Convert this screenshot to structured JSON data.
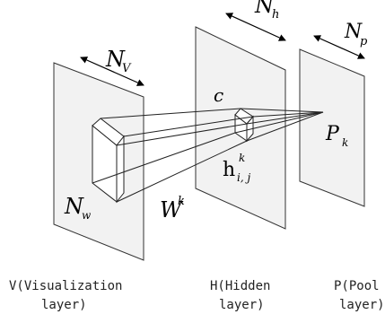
{
  "labels": {
    "n_v": "N",
    "n_v_sub": "V",
    "n_h": "N",
    "n_h_sub": "h",
    "n_p": "N",
    "n_p_sub": "p",
    "c": "c",
    "p_k": "P",
    "p_k_sub": "k",
    "h_base": "h",
    "h_sup": "k",
    "h_sub": "i, j",
    "n_w": "N",
    "n_w_sub": "w",
    "w_k": "W",
    "w_k_sup": "k"
  },
  "captions": {
    "v_line1": "V(Visualization",
    "v_line2": "layer)",
    "h_line1": "H(Hidden",
    "h_line2": "layer)",
    "p_line1": "P(Pool",
    "p_line2": "layer)"
  }
}
